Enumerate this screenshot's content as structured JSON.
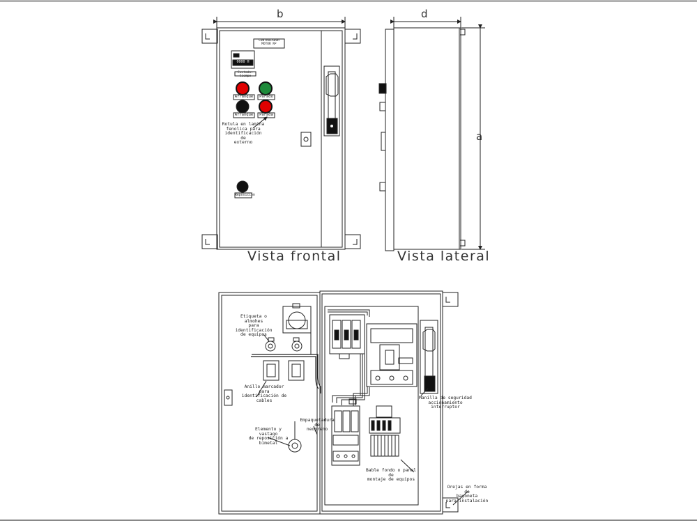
{
  "views": {
    "front_title": "Vista frontal",
    "side_title": "Vista lateral"
  },
  "dimensions": {
    "width": "b",
    "depth": "d",
    "height": "a"
  },
  "front_panel": {
    "nameplate": "CONTROLADOR\nMOTOR Nº",
    "meter_display": "0000 H",
    "counter_label": "Contador tiempo",
    "button_labels": [
      "Arranque",
      "Parado",
      "Arranque",
      "Parada"
    ],
    "reset_label": "Reposición",
    "note_nameplate": "Rotula en lamina\nfenolica para\nidentificación de\nexterno"
  },
  "interior": {
    "note_labels": "Etiqueta o almohes\npara identificación\nde equipos",
    "note_ring": "Anillo marcador para\nidentificación de\ncables",
    "note_cable_gland": "Empaquetadura de\nneopreno",
    "note_element": "Elemento y vastago\nde reposición a\nbimetal",
    "note_handle": "Manilla de seguridad\naccionamiento interruptor",
    "note_backplate": "Bable fondo o panel de\nmontaje de equipos",
    "note_ears": "Orejas en forma de\nbayoneta\npara instalación"
  },
  "colors": {
    "red": "#e00000",
    "green": "#1e8a3a",
    "black": "#111111",
    "line": "#222222"
  }
}
